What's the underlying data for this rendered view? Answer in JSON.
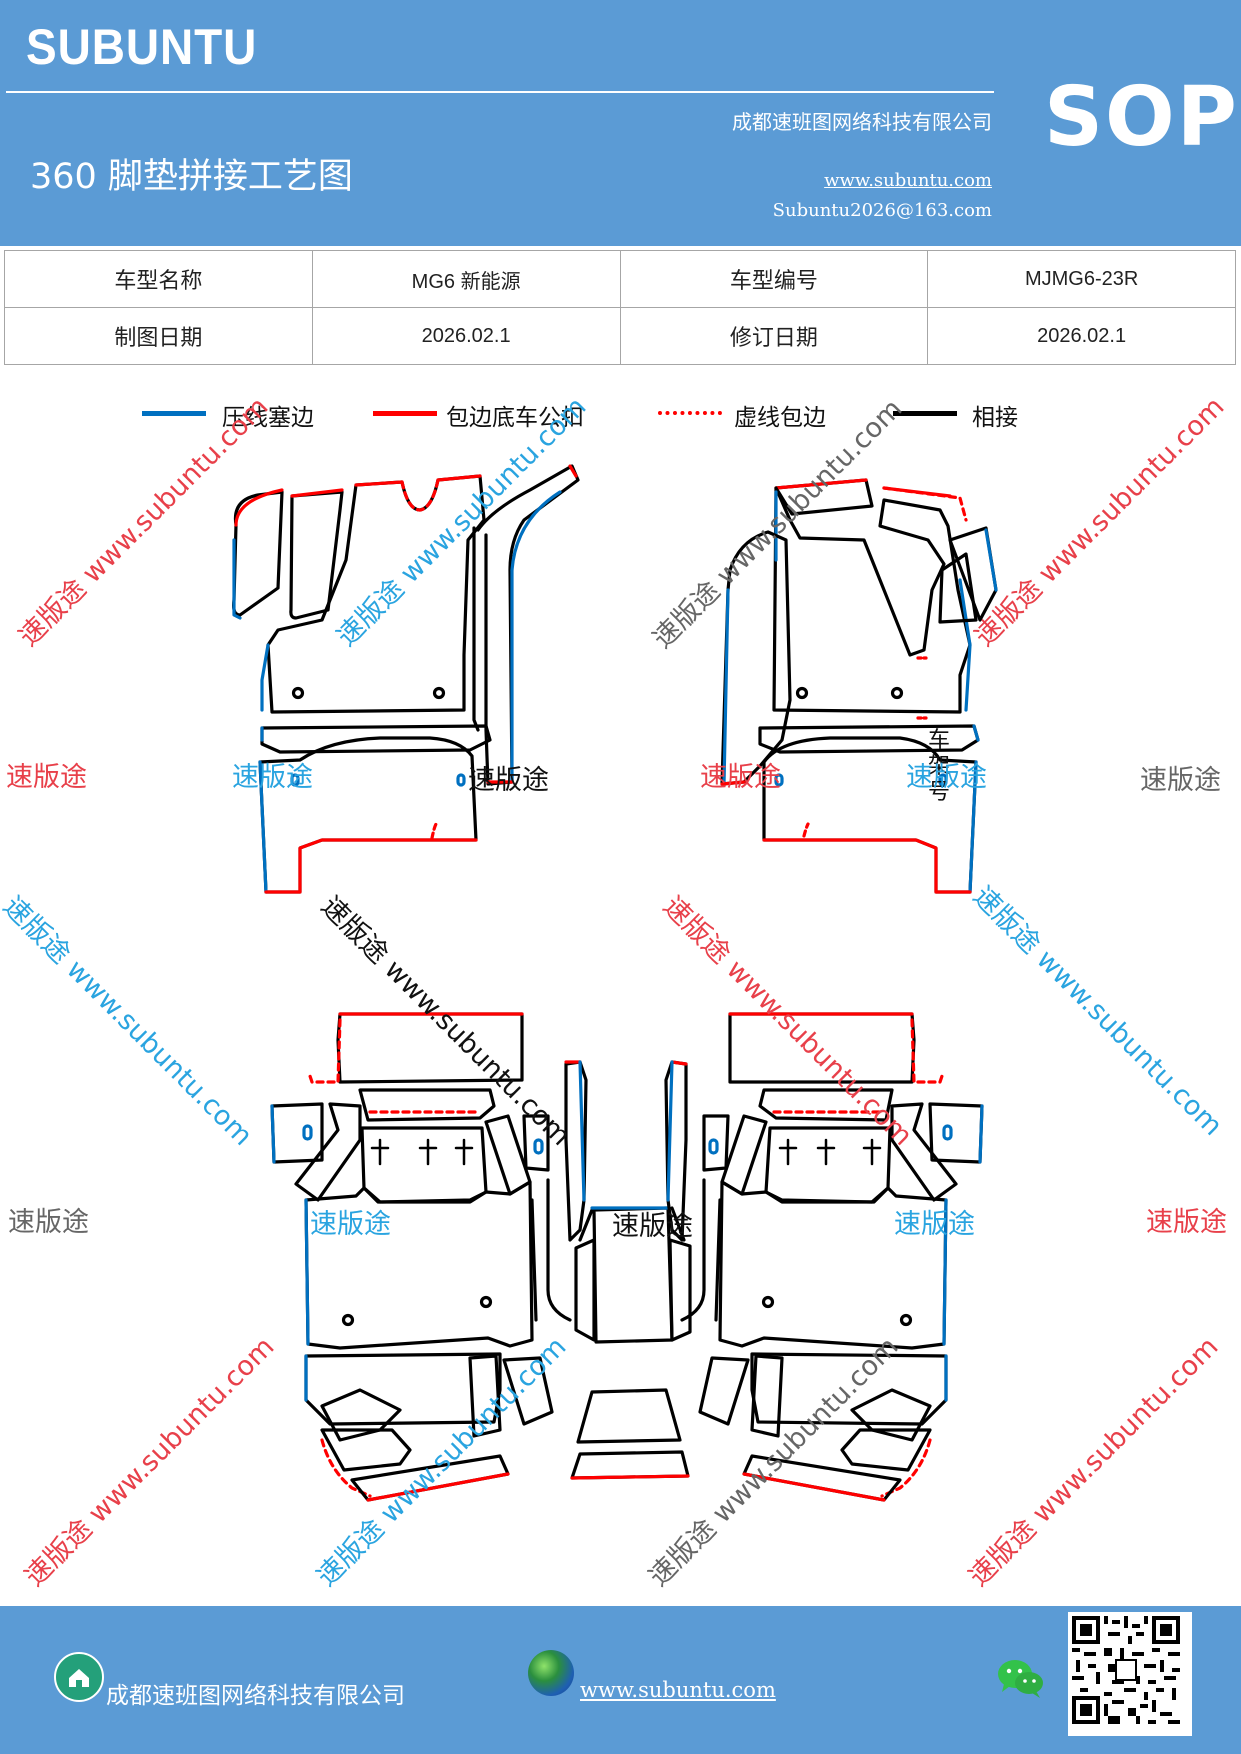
{
  "header": {
    "brand": "SUBUNTU",
    "badge": "SOP",
    "title": "360 脚垫拼接工艺图",
    "company": "成都速班图网络科技有限公司",
    "url": "www.subuntu.com",
    "email": "Subuntu2026@163.com"
  },
  "info_table": {
    "rows": [
      [
        "车型名称",
        "MG6 新能源",
        "车型编号",
        "MJMG6-23R"
      ],
      [
        "制图日期",
        "2026.02.1",
        "修订日期",
        "2026.02.1"
      ]
    ]
  },
  "legend": {
    "items": [
      {
        "label": "压线塞边",
        "color": "#0070c0",
        "style": "solid"
      },
      {
        "label": "包边底车公扣",
        "color": "#ff0000",
        "style": "solid"
      },
      {
        "label": "虚线包边",
        "color": "#ff0000",
        "style": "dashed"
      },
      {
        "label": "相接",
        "color": "#000000",
        "style": "solid"
      }
    ]
  },
  "drawing": {
    "frame_label": "车架号",
    "watermarks": {
      "brand": "速版途",
      "url": "www.subuntu.com",
      "combined": "速版途 www.subuntu.com"
    }
  },
  "footer": {
    "company": "成都速班图网络科技有限公司",
    "url": "www.subuntu.com",
    "icons": [
      "home-icon",
      "globe-icon",
      "wechat-icon",
      "qr-code"
    ]
  },
  "colors": {
    "brand_blue": "#5b9bd5",
    "press_blue": "#0070c0",
    "edge_red": "#ff0000",
    "join_black": "#000000"
  }
}
